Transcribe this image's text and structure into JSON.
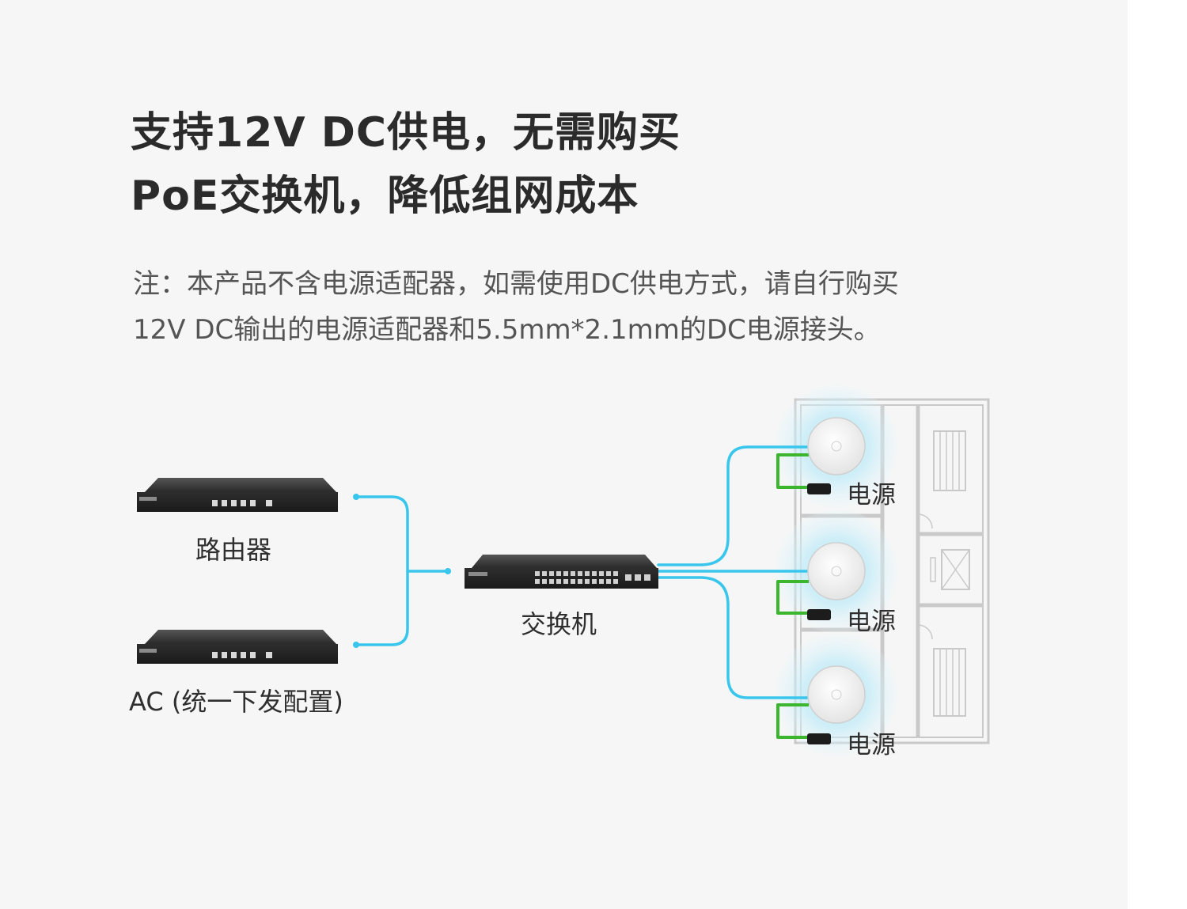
{
  "heading": {
    "line1": "支持12V DC供电，无需购买",
    "line2": "PoE交换机，降低组网成本"
  },
  "note": {
    "line1": "注：本产品不含电源适配器，如需使用DC供电方式，请自行购买",
    "line2": "12V DC输出的电源适配器和5.5mm*2.1mm的DC电源接头。"
  },
  "diagram": {
    "router_label": "路由器",
    "ac_label": "AC (统一下发配置)",
    "switch_label": "交换机",
    "power_labels": [
      "电源",
      "电源",
      "电源"
    ],
    "colors": {
      "network_cable": "#38c6ec",
      "power_cable": "#3cb62f",
      "signal_glow": "#bfe9f7",
      "floor_plan": "#c9c9c9"
    }
  }
}
